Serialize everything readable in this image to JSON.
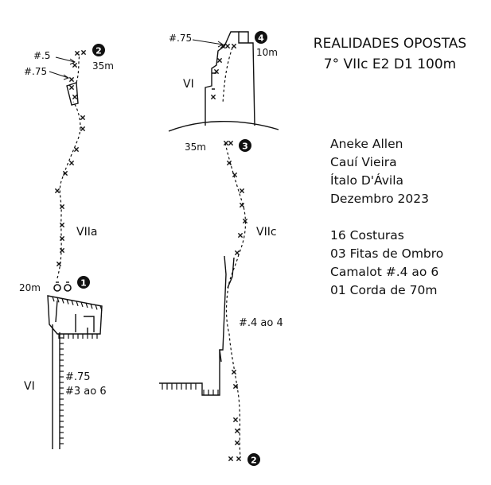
{
  "title": "REALIDADES OPOSTAS",
  "subtitle": "7° VIIc E2 D1 100m",
  "credits": [
    "Aneke Allen",
    "Cauí Vieira",
    "Ítalo D'Ávila",
    "Dezembro 2023"
  ],
  "gear": [
    "16 Costuras",
    "03 Fitas de Ombro",
    "Camalot #.4 ao 6",
    "01 Corda de 70m"
  ],
  "pitch1": {
    "grade_low": "VI",
    "gear_label_a": "#.75",
    "gear_label_b": "#3 ao 6",
    "belay_number": "1",
    "belay_length": "20m",
    "grade_upper": "VIIa"
  },
  "pitch2": {
    "belay_number": "2",
    "belay_length": "35m",
    "gear_a": "#.5",
    "gear_b": "#.75",
    "grade": "VIIc",
    "gear_crack": "#.4 ao 4",
    "start_number": "2"
  },
  "pitch3": {
    "belay_number": "3",
    "belay_length": "35m"
  },
  "pitch4": {
    "belay_number": "4",
    "belay_length": "10m",
    "grade": "VI",
    "gear": "#.75"
  },
  "colors": {
    "ink": "#111111",
    "background": "#ffffff"
  }
}
